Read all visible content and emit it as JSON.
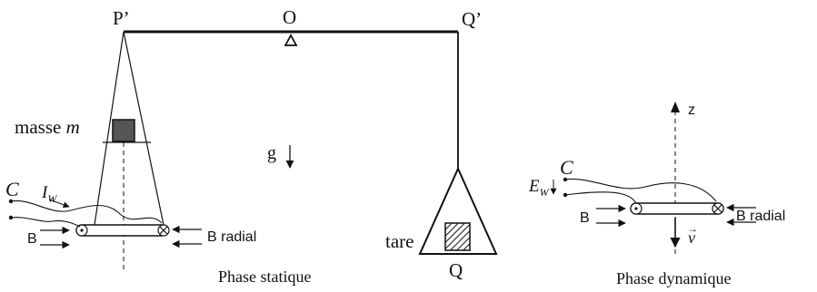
{
  "balance": {
    "pivot_label": "O",
    "left_end_label": "P’",
    "right_end_label": "Q’",
    "mass_label_prefix": "masse ",
    "mass_label_var": "m",
    "gravity_label": "g",
    "tare_label": "tare",
    "right_pan_label": "Q"
  },
  "static_phase": {
    "caption": "Phase statique",
    "coil_label": "C",
    "current_label_base": "I",
    "current_label_sub": "W",
    "field_left_label": "B",
    "field_right_label": "B radial"
  },
  "dynamic_phase": {
    "caption": "Phase dynamique",
    "coil_label": "C",
    "emf_label_base": "E",
    "emf_label_sub": "W",
    "axis_label": "z",
    "velocity_label": "v",
    "velocity_arrow": "→",
    "field_left_label": "B",
    "field_right_label": "B radial"
  },
  "colors": {
    "ink": "#111111",
    "mass_fill": "#555555",
    "hatch": "#222222"
  }
}
